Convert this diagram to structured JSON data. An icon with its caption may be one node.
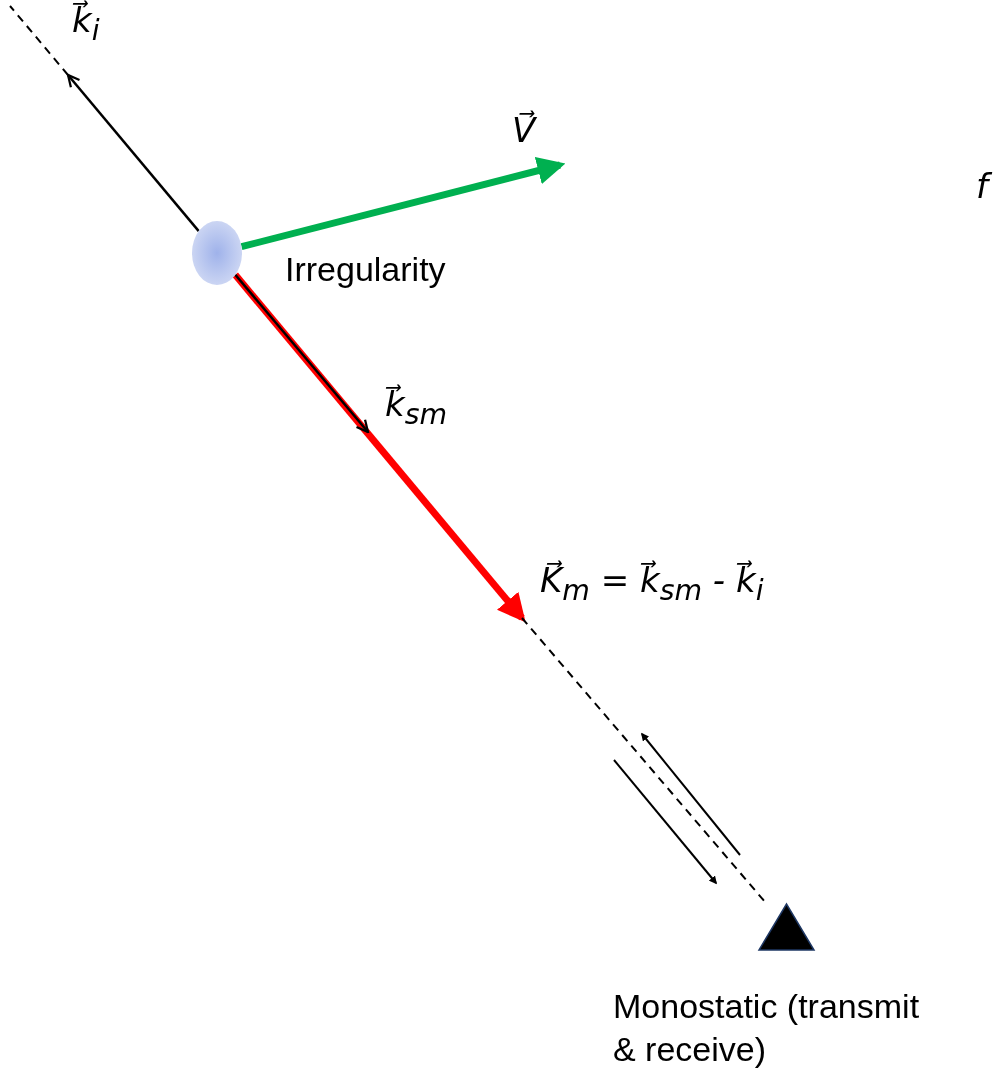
{
  "diagram": {
    "nodes": [
      {
        "text": [],
        "shape": "circle",
        "beside": [
          "Irregularity"
        ]
      },
      {
        "text": [],
        "shape": "triangle",
        "beside": [
          "Monostatic (transmit & receive)"
        ]
      }
    ],
    "edges": [
      {
        "from": 0,
        "to": null,
        "arrow": "to",
        "label": "k⃗$_{i}$"
      },
      {
        "from": 0,
        "to": null,
        "arrow": "to",
        "label": "V⃗",
        "style": "thick",
        "color": "#00b050"
      },
      {
        "from": 0,
        "to": null,
        "arrow": "to",
        "label": "K⃗$_{m}$ = k⃗$_{sm}$ - k⃗$_{i}$",
        "style": "thick",
        "color": "#ff0000"
      },
      {
        "from": 0,
        "to": null,
        "arrow": "to",
        "label": "k⃗$_{sm}$"
      },
      {
        "from": null,
        "to": 1,
        "arrow": "none",
        "style": "dashed"
      }
    ],
    "labels": [
      "f"
    ]
  }
}
